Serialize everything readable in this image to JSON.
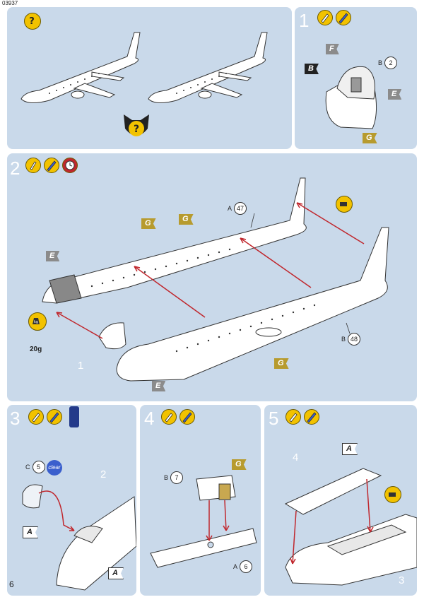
{
  "header": {
    "product_code": "03937",
    "page_number": "6"
  },
  "intro": {
    "paint_hint_icon": "question-mark-icon",
    "overview_icon": "question-mark-icon"
  },
  "steps": [
    {
      "number": "1",
      "icons": [
        "brush-icon",
        "paint-brush-icon"
      ],
      "flags": [
        "F",
        "B",
        "E",
        "G"
      ],
      "part_refs": [
        {
          "letter": "B",
          "number": "2"
        }
      ]
    },
    {
      "number": "2",
      "icons": [
        "glue-icon",
        "paint-brush-icon",
        "clock-icon"
      ],
      "flags": [
        "G",
        "G",
        "E",
        "G",
        "E"
      ],
      "part_refs": [
        {
          "letter": "A",
          "number": "47"
        },
        {
          "letter": "B",
          "number": "48"
        }
      ],
      "weight_label": "20g",
      "weight_icon_text": "kg",
      "callout": "1"
    },
    {
      "number": "3",
      "icons": [
        "brush-icon",
        "paint-brush-icon",
        "clear-paint-bottle-icon"
      ],
      "flags": [
        "A",
        "A"
      ],
      "part_refs": [
        {
          "letter": "C",
          "number": "5"
        }
      ],
      "clear_label": "clear",
      "callout": "2"
    },
    {
      "number": "4",
      "icons": [
        "brush-icon",
        "paint-brush-icon"
      ],
      "flags": [
        "G"
      ],
      "part_refs": [
        {
          "letter": "B",
          "number": "7"
        },
        {
          "letter": "A",
          "number": "6"
        }
      ]
    },
    {
      "number": "5",
      "icons": [
        "brush-icon",
        "paint-brush-icon"
      ],
      "flags": [
        "A"
      ],
      "callouts": [
        "4",
        "3"
      ]
    }
  ],
  "colors": {
    "panel_bg": "#c9d9ea",
    "badge": "#f2c200",
    "arrow": "#c0272d",
    "flag_gold": "#b79b2e",
    "flag_grey": "#8b8b8b"
  }
}
